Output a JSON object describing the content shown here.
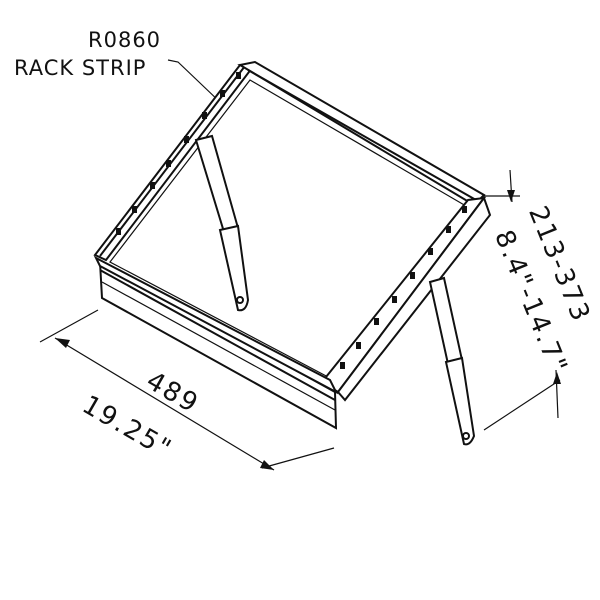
{
  "part_label": {
    "line1": "R0860",
    "line2": "RACK  STRIP"
  },
  "width_dimension": {
    "metric": "489",
    "imperial": "19.25\""
  },
  "height_dimension": {
    "metric": "213-373",
    "imperial": "8.4\"-14.7\""
  }
}
